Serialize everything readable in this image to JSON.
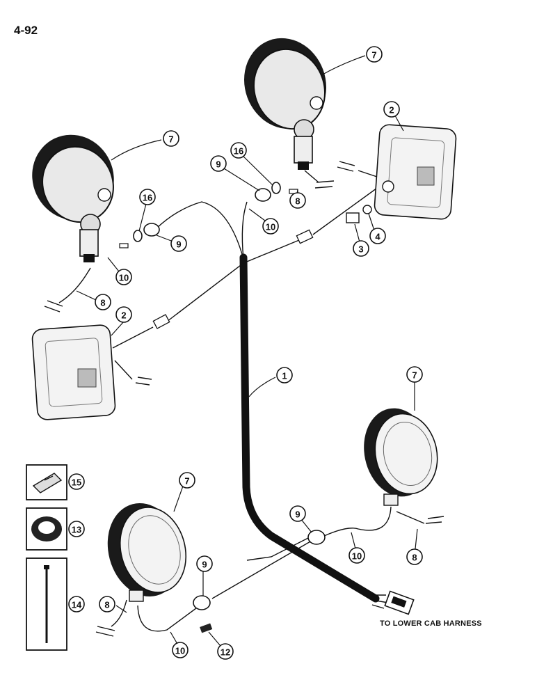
{
  "page": {
    "number": "4-92",
    "harness_note": "TO LOWER CAB HARNESS"
  },
  "callouts": {
    "c1": "1",
    "c2a": "2",
    "c2b": "2",
    "c3": "3",
    "c4": "4",
    "c7a": "7",
    "c7b": "7",
    "c7c": "7",
    "c7d": "7",
    "c8a": "8",
    "c8b": "8",
    "c8c": "8",
    "c8d": "8",
    "c9a": "9",
    "c9b": "9",
    "c9c": "9",
    "c9d": "9",
    "c10a": "10",
    "c10b": "10",
    "c10c": "10",
    "c10d": "10",
    "c12": "12",
    "c13": "13",
    "c14": "14",
    "c15": "15",
    "c16a": "16",
    "c16b": "16"
  }
}
